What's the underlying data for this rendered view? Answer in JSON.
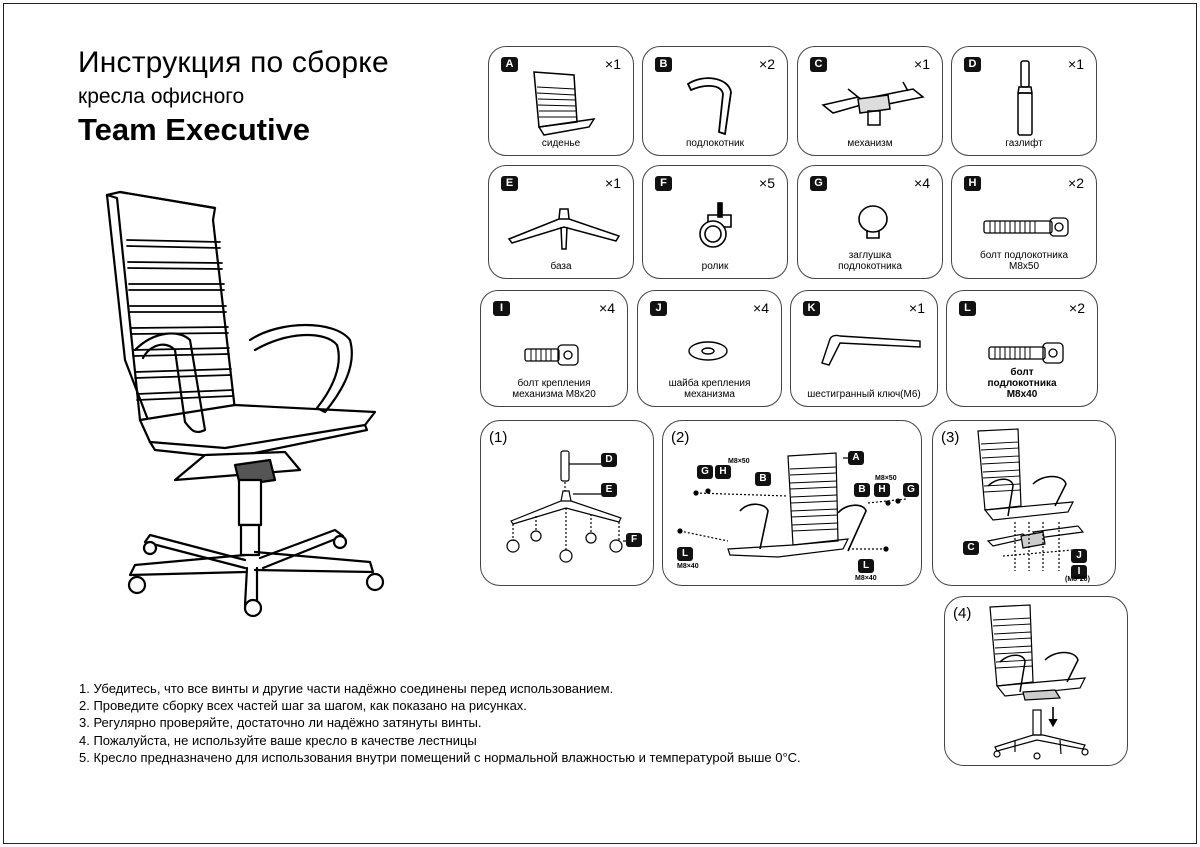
{
  "title": {
    "line1": "Инструкция по сборке",
    "line2": "кресла офисного",
    "line3": "Team Executive"
  },
  "parts": [
    {
      "letter": "A",
      "qty": "×1",
      "label": "сиденье",
      "icon": "seat-back"
    },
    {
      "letter": "B",
      "qty": "×2",
      "label": "подлокотник",
      "icon": "armrest"
    },
    {
      "letter": "C",
      "qty": "×1",
      "label": "механизм",
      "icon": "mechanism"
    },
    {
      "letter": "D",
      "qty": "×1",
      "label": "газлифт",
      "icon": "gas-lift"
    },
    {
      "letter": "E",
      "qty": "×1",
      "label": "база",
      "icon": "base"
    },
    {
      "letter": "F",
      "qty": "×5",
      "label": "ролик",
      "icon": "caster"
    },
    {
      "letter": "G",
      "qty": "×4",
      "label": "заглушка подлокотника",
      "icon": "cap"
    },
    {
      "letter": "H",
      "qty": "×2",
      "label": "болт подлокотника M8x50",
      "icon": "bolt-long"
    },
    {
      "letter": "I",
      "qty": "×4",
      "label": "болт крепления механизма M8x20",
      "icon": "bolt-short"
    },
    {
      "letter": "J",
      "qty": "×4",
      "label": "шайба крепления механизма",
      "icon": "washer"
    },
    {
      "letter": "K",
      "qty": "×1",
      "label": "шестигранный ключ(M6)",
      "icon": "hex-key"
    },
    {
      "letter": "L",
      "qty": "×2",
      "label": "болт подлокотника M8x40",
      "icon": "bolt-medium"
    }
  ],
  "steps": {
    "s1": {
      "num": "(1)",
      "tags": [
        "D",
        "E",
        "F"
      ]
    },
    "s2": {
      "num": "(2)",
      "tags": [
        "A",
        "B",
        "B",
        "H",
        "G",
        "G",
        "H",
        "L",
        "L"
      ],
      "sizes": [
        "M8×50",
        "M8×50",
        "M8×40",
        "M8×40"
      ]
    },
    "s3": {
      "num": "(3)",
      "tags": [
        "C",
        "J",
        "I"
      ],
      "size": "(M8*20)"
    },
    "s4": {
      "num": "(4)"
    }
  },
  "notes": [
    "1. Убедитесь, что все винты и другие части надёжно соединены перед использованием.",
    "2. Проведите сборку всех частей шаг за шагом, как показано на рисунках.",
    "3. Регулярно проверяйте, достаточно ли надёжно затянуты винты.",
    "4. Пожалуйста, не используйте ваше кресло в качестве лестницы",
    "5. Кресло предназначено для использования внутри помещений с нормальной влажностью и температурой выше 0°C."
  ]
}
